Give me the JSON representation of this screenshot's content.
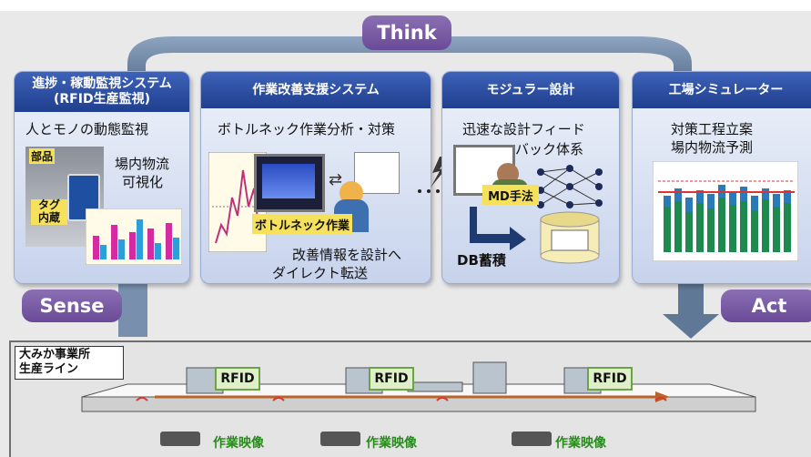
{
  "think_label": "Think",
  "sense_label": "Sense",
  "act_label": "Act",
  "panels": [
    {
      "title_line1": "進捗・稼動監視システム",
      "title_line2": "(RFID生産監視)",
      "text1": "人とモノの動態監視",
      "text2": "場内物流",
      "text3": "可視化",
      "tag_parts": "部品",
      "tag_label": "タグ",
      "tag_label2": "内蔵"
    },
    {
      "title": "作業改善支援システム",
      "text1": "ボトルネック作業分析・対策",
      "bottleneck_label": "ボトルネック作業",
      "text2": "改善情報を設計へ",
      "text3": "ダイレクト転送"
    },
    {
      "title": "モジュラー設計",
      "text1": "迅速な設計フィード",
      "text2": "バック体系",
      "md_label": "MD手法",
      "db_label": "DB蓄積"
    },
    {
      "title": "工場シミュレーター",
      "text1": "対策工程立案",
      "text2": "場内物流予測"
    }
  ],
  "line": {
    "site_line1": "大みか事業所",
    "site_line2": "生産ライン",
    "rfid_labels": [
      "RFID",
      "RFID",
      "RFID"
    ],
    "video_labels": [
      "作業映像",
      "作業映像",
      "作業映像"
    ]
  }
}
